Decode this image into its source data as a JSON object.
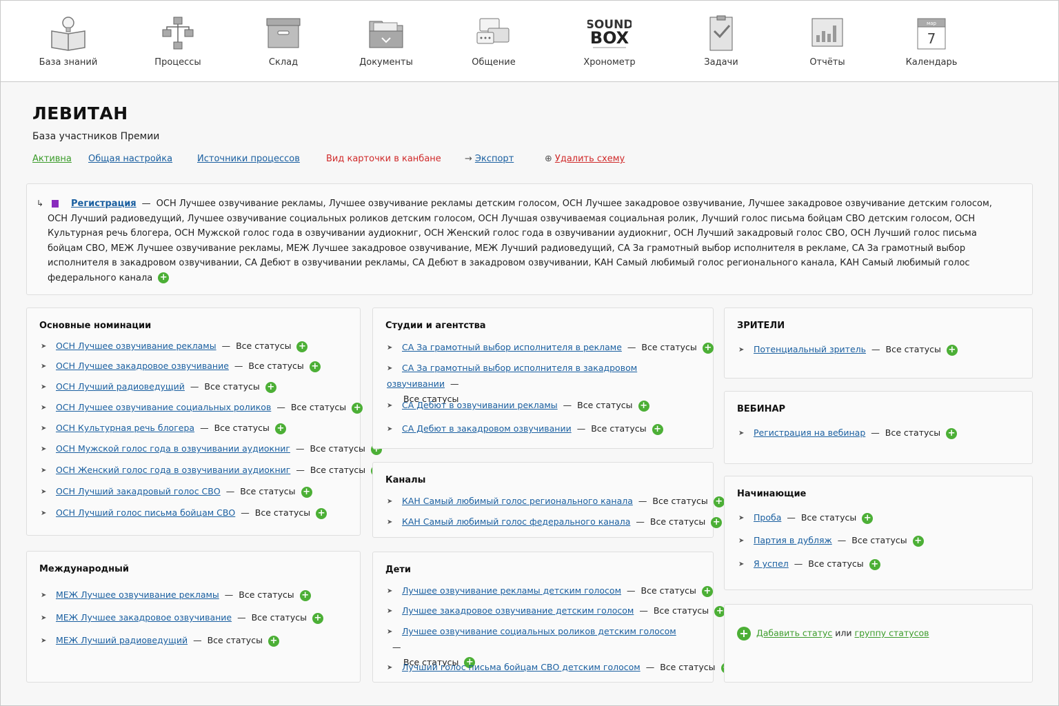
{
  "nav": [
    {
      "label": "База знаний",
      "icon": "knowledge-book-icon"
    },
    {
      "label": "Процессы",
      "icon": "process-tree-icon"
    },
    {
      "label": "Склад",
      "icon": "warehouse-box-icon"
    },
    {
      "label": "Документы",
      "icon": "documents-folder-icon"
    },
    {
      "label": "Общение",
      "icon": "chat-bubbles-icon"
    },
    {
      "label": "Хронометр",
      "icon": "soundbox-logo-icon",
      "logo_top": "SOUND",
      "logo_bottom": "BOX"
    },
    {
      "label": "Задачи",
      "icon": "task-clipboard-icon"
    },
    {
      "label": "Отчёты",
      "icon": "reports-chart-icon"
    },
    {
      "label": "Календарь",
      "icon": "calendar-icon",
      "calendar_month": "мар",
      "calendar_day": "7"
    }
  ],
  "header": {
    "title": "ЛЕВИТАН",
    "subtitle": "База участников Премии"
  },
  "actions": {
    "active": "Активна",
    "general_settings": "Общая настройка",
    "process_sources": "Источники процессов",
    "kanban_view": "Вид карточки в канбане",
    "export": "Экспорт",
    "delete_scheme": "Удалить схему"
  },
  "registration": {
    "link": "Регистрация",
    "text": "ОСН Лучшее озвучивание рекламы, Лучшее озвучивание рекламы детским голосом, ОСН Лучшее закадровое озвучивание, Лучшее закадровое озвучивание детским голосом, ОСН Лучший радиоведущий, Лучшее озвучивание социальных роликов детским голосом, ОСН Лучшая озвучиваемая социальная ролик, Лучший голос письма бойцам СВО детским голосом, ОСН Культурная речь блогера, ОСН Мужской голос года в озвучивании аудиокниг, ОСН Женский голос года в озвучивании аудиокниг, ОСН Лучший закадровый голос СВО, ОСН Лучший голос письма бойцам СВО, МЕЖ Лучшее озвучивание рекламы, МЕЖ Лучшее закадровое озвучивание, МЕЖ Лучший радиоведущий, СА За грамотный выбор исполнителя в рекламе, СА За грамотный выбор исполнителя в закадровом озвучивании, СА Дебют в озвучивании рекламы, СА Дебют в закадровом озвучивании, КАН Самый любимый голос регионального канала, КАН Самый любимый голос федерального канала"
  },
  "status_label": "Все статусы",
  "groups": {
    "main": {
      "title": "Основные номинации",
      "items": [
        "ОСН Лучшее озвучивание рекламы",
        "ОСН Лучшее закадровое озвучивание",
        "ОСН Лучший радиоведущий",
        "ОСН Лучшее озвучивание социальных роликов",
        "ОСН Культурная речь блогера",
        "ОСН Мужской голос года в озвучивании аудиокниг",
        "ОСН Женский голос года в озвучивании аудиокниг",
        "ОСН Лучший закадровый голос СВО",
        "ОСН Лучший голос письма бойцам СВО"
      ]
    },
    "international": {
      "title": "Международный",
      "items": [
        "МЕЖ Лучшее озвучивание рекламы",
        "МЕЖ Лучшее закадровое озвучивание",
        "МЕЖ Лучший радиоведущий"
      ]
    },
    "studios": {
      "title": "Студии и агентства",
      "items": [
        "СА За грамотный выбор исполнителя в рекламе",
        "СА За грамотный выбор исполнителя в закадровом озвучивании",
        "СА Дебют в озвучивании рекламы",
        "СА Дебют в закадровом озвучивании"
      ]
    },
    "channels": {
      "title": "Каналы",
      "items": [
        "КАН Самый любимый голос регионального канала",
        "КАН Самый любимый голос федерального канала"
      ]
    },
    "kids": {
      "title": "Дети",
      "items": [
        "Лучшее озвучивание рекламы детским голосом",
        "Лучшее закадровое озвучивание детским голосом",
        "Лучшее озвучивание социальных роликов детским голосом",
        "Лучший голос письма бойцам СВО детским голосом"
      ]
    },
    "viewers": {
      "title": "ЗРИТЕЛИ",
      "items": [
        "Потенциальный зритель"
      ]
    },
    "webinar": {
      "title": "ВЕБИНАР",
      "items": [
        "Регистрация на вебинар"
      ]
    },
    "beginners": {
      "title": "Начинающие",
      "items": [
        "Проба",
        "Партия в дубляж",
        "Я успел"
      ]
    }
  },
  "add": {
    "status_link": "Дабавить статус",
    "or": "или",
    "group_link": "группу статусов"
  },
  "colors": {
    "link_blue": "#1a5fa0",
    "link_green": "#3a9b29",
    "link_red": "#d02a2a",
    "plus_green": "#4caf36",
    "registration_mark": "#8a2bbe"
  }
}
